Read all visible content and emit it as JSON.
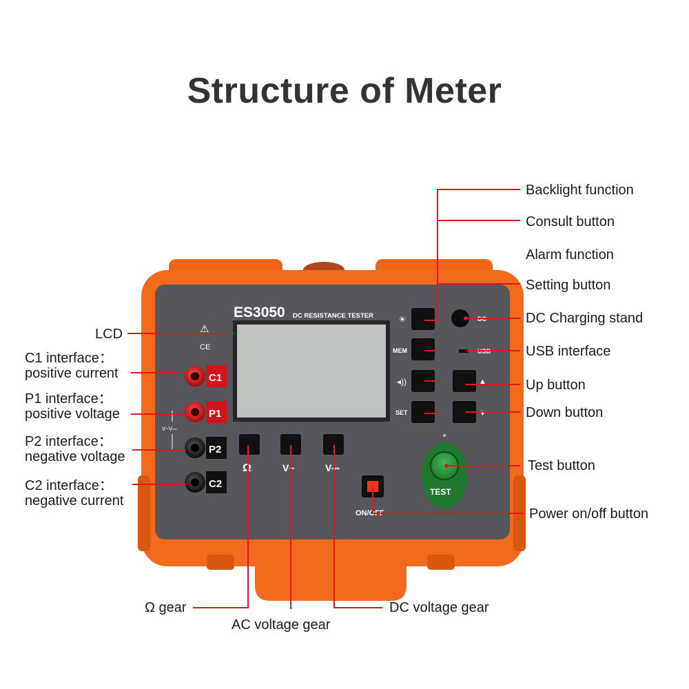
{
  "title": "Structure of Meter",
  "device": {
    "model": "ES3050",
    "subtitle": "DC RESISTANCE TESTER",
    "warning_symbol": "⚠",
    "ce_mark": "CE",
    "dc_jack_label": "DC",
    "usb_label": "USB",
    "mem_label": "MEM",
    "set_label": "SET",
    "terminals": [
      "C1",
      "P1",
      "P2",
      "C2"
    ],
    "vv_label": "V~V⎓",
    "gear_labels": [
      "Ω",
      "V~",
      "V⎓"
    ],
    "onoff_label": "ON/OFF",
    "test_label": "TEST",
    "colors": {
      "case": "#f26a1b",
      "panel": "#56565c",
      "test": "#2f8f3e",
      "power": "#e23a1f",
      "terminal_red": "#d4141c"
    }
  },
  "callouts": {
    "backlight": "Backlight function",
    "consult": "Consult button",
    "alarm": "Alarm function",
    "setting": "Setting button",
    "dc_charging": "DC Charging stand",
    "usb": "USB interface",
    "up": "Up button",
    "down": "Down button",
    "test": "Test button",
    "power": "Power on/off button",
    "lcd": "LCD",
    "c1": [
      "C1 interface：",
      "positive current"
    ],
    "p1": [
      "P1 interface：",
      "positive voltage"
    ],
    "p2": [
      "P2 interface：",
      "negative voltage"
    ],
    "c2": [
      "C2 interface：",
      "negative current"
    ],
    "ohm_gear": "Ω gear",
    "ac_gear": "AC voltage gear",
    "dc_gear": "DC voltage gear"
  }
}
